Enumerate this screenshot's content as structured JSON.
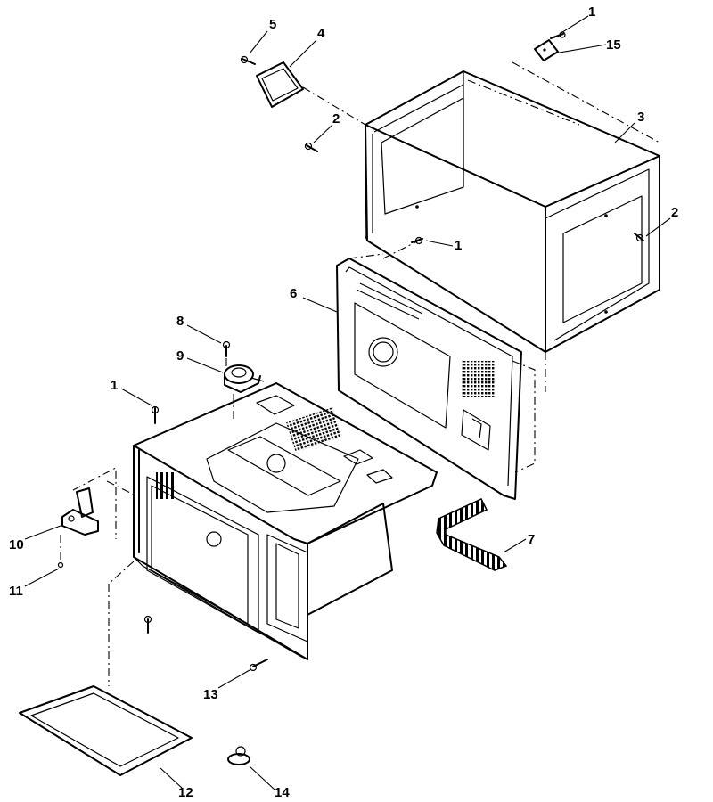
{
  "callouts": [
    {
      "id": "c1a",
      "text": "1"
    },
    {
      "id": "c15",
      "text": "15"
    },
    {
      "id": "c5",
      "text": "5"
    },
    {
      "id": "c4",
      "text": "4"
    },
    {
      "id": "c2a",
      "text": "2"
    },
    {
      "id": "c3",
      "text": "3"
    },
    {
      "id": "c2b",
      "text": "2"
    },
    {
      "id": "c1b",
      "text": "1"
    },
    {
      "id": "c6",
      "text": "6"
    },
    {
      "id": "c8",
      "text": "8"
    },
    {
      "id": "c9",
      "text": "9"
    },
    {
      "id": "c1c",
      "text": "1"
    },
    {
      "id": "c7",
      "text": "7"
    },
    {
      "id": "c10",
      "text": "10"
    },
    {
      "id": "c11",
      "text": "11"
    },
    {
      "id": "c13",
      "text": "13"
    },
    {
      "id": "c12",
      "text": "12"
    },
    {
      "id": "c14",
      "text": "14"
    }
  ]
}
